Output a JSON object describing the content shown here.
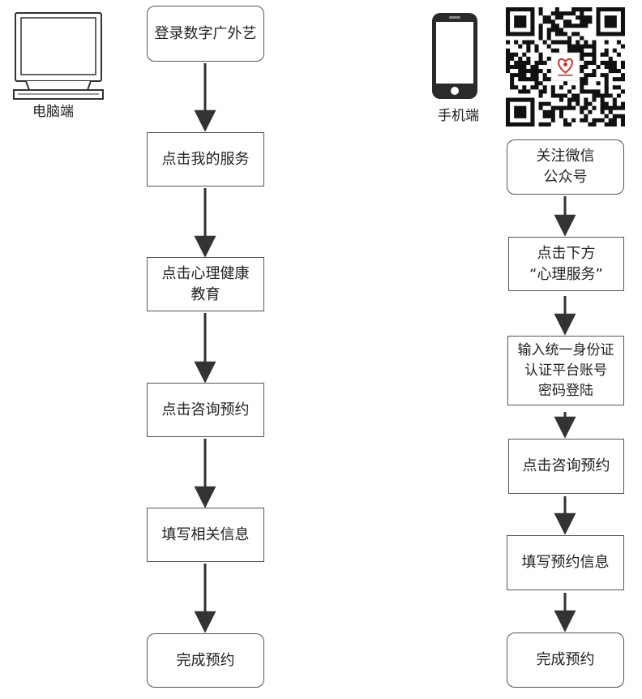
{
  "desktop": {
    "icon": "desktop-computer-icon",
    "label": "电脑端",
    "steps": [
      "登录数字广外艺",
      "点击我的服务",
      "点击心理健康\n教育",
      "点击咨询预约",
      "填写相关信息",
      "完成预约"
    ]
  },
  "mobile": {
    "icon": "mobile-phone-icon",
    "label": "手机端",
    "qr_icon": "qr-code-icon",
    "qr_logo": "heart-logo-icon",
    "steps": [
      "关注微信\n公众号",
      "点击下方\n“心理服务”",
      "输入统一身份证\n认证平台账号\n密码登陆",
      "点击咨询预约",
      "填写预约信息",
      "完成预约"
    ]
  }
}
